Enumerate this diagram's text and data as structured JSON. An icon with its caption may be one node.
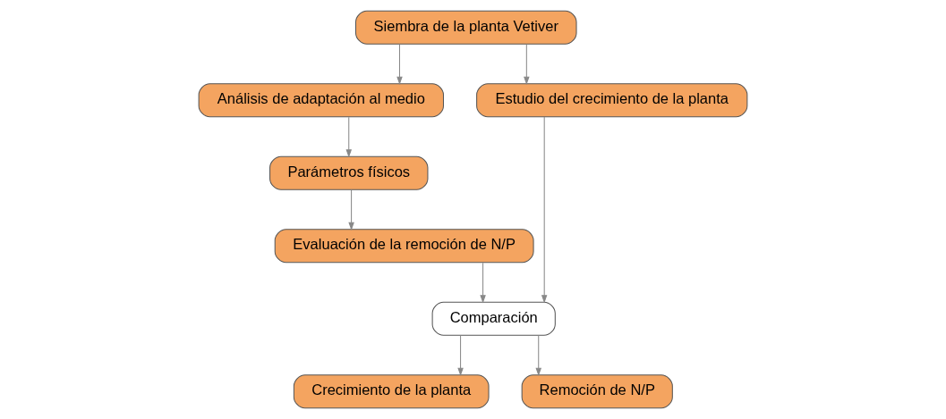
{
  "diagram": {
    "nodes": [
      {
        "text": [
          "Siembra de la planta Vetiver"
        ]
      },
      {
        "text": [
          "Análisis de adaptación al medio"
        ]
      },
      {
        "text": [
          "Estudio del crecimiento de la planta"
        ]
      },
      {
        "text": [
          "Parámetros físicos"
        ]
      },
      {
        "text": [
          "Evaluación de la remoción de N/P"
        ]
      },
      {
        "text": [
          "Comparación"
        ]
      },
      {
        "text": [
          "Crecimiento de la planta"
        ]
      },
      {
        "text": [
          "Remoción de N/P"
        ]
      }
    ],
    "edges": [
      {
        "from": 0,
        "to": 1,
        "arrow": "to"
      },
      {
        "from": 0,
        "to": 2,
        "arrow": "to"
      },
      {
        "from": 1,
        "to": 3,
        "arrow": "to"
      },
      {
        "from": 3,
        "to": 4,
        "arrow": "to"
      },
      {
        "from": 2,
        "to": 5,
        "arrow": "to"
      },
      {
        "from": 4,
        "to": 5,
        "arrow": "to"
      },
      {
        "from": 5,
        "to": 6,
        "arrow": "to"
      },
      {
        "from": 5,
        "to": 7,
        "arrow": "to"
      }
    ]
  }
}
